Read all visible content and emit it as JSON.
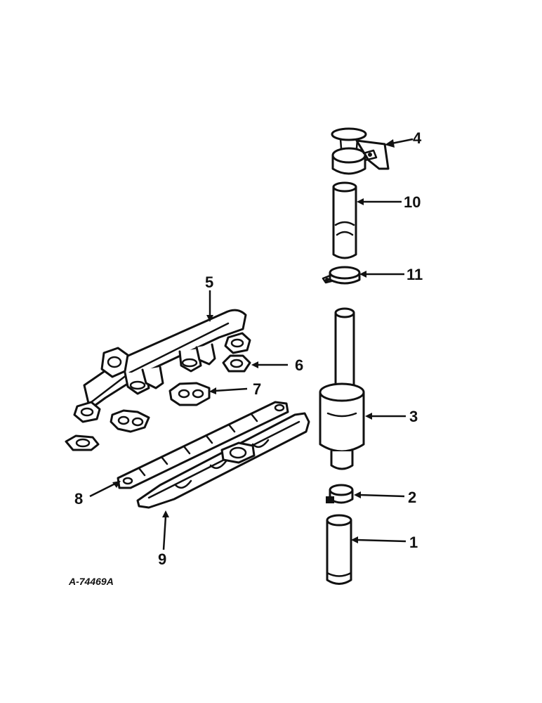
{
  "figure_id": "A-74469A",
  "callouts": [
    {
      "id": "1",
      "label": "1"
    },
    {
      "id": "2",
      "label": "2"
    },
    {
      "id": "3",
      "label": "3"
    },
    {
      "id": "4",
      "label": "4"
    },
    {
      "id": "5",
      "label": "5"
    },
    {
      "id": "6",
      "label": "6"
    },
    {
      "id": "7",
      "label": "7"
    },
    {
      "id": "8",
      "label": "8"
    },
    {
      "id": "9",
      "label": "9"
    },
    {
      "id": "10",
      "label": "10"
    },
    {
      "id": "11",
      "label": "11"
    }
  ]
}
